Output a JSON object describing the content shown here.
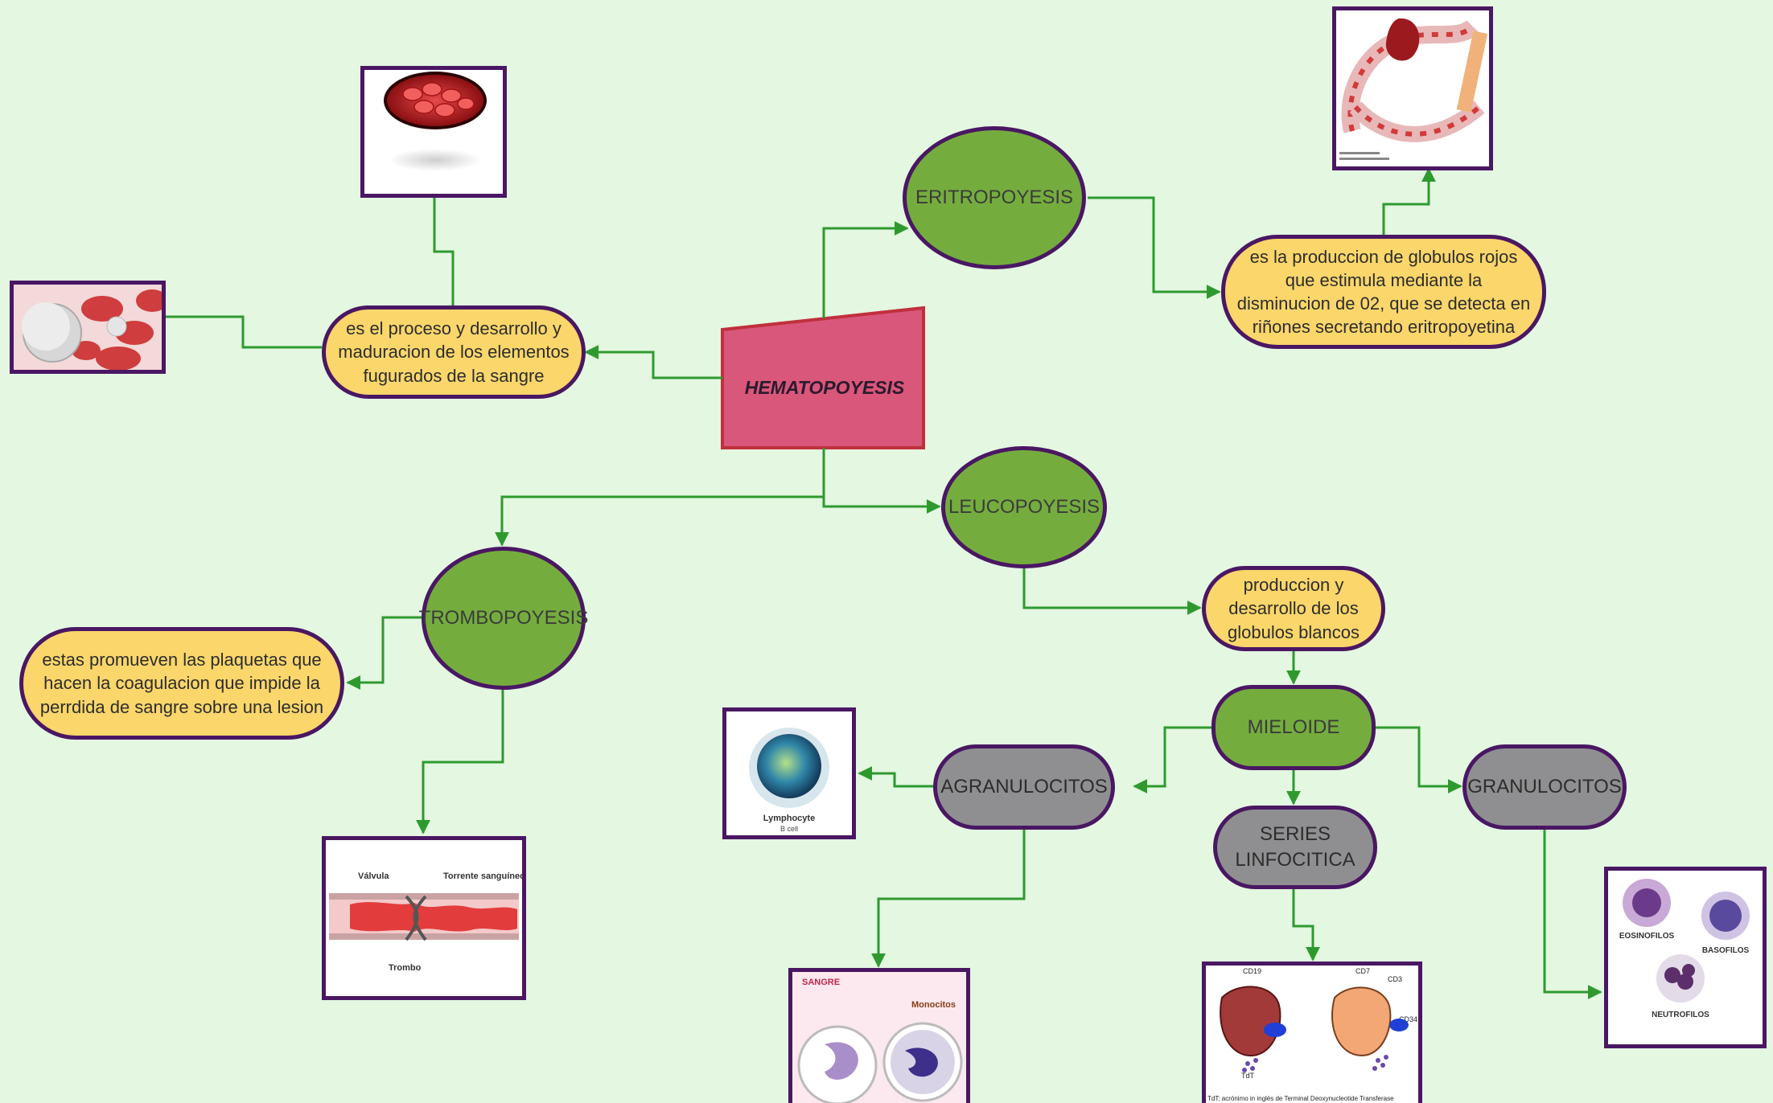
{
  "central": "HEMATOPOYESIS",
  "nodes": {
    "eritropoyesis": "ERITROPOYESIS",
    "leucopoyesis": "LEUCOPOYESIS",
    "trombopoyesis": "TROMBOPOYESIS",
    "mieloide": "MIELOIDE",
    "agranulocitos": "AGRANULOCITOS",
    "granulocitos": "GRANULOCITOS",
    "series_linfocitica": "SERIES LINFOCITICA"
  },
  "descriptions": {
    "hematopoyesis": "es el proceso y desarrollo y maduracion de los elementos fugurados de la sangre",
    "eritropoyesis": "es la produccion de globulos rojos que estimula mediante la disminucion de 02, que se detecta en riñones secretando eritropoyetina",
    "leucopoyesis": "produccion y desarrollo de los globulos blancos",
    "trombopoyesis": "estas promueven las plaquetas que hacen la coagulacion que impide la perrdida de sangre sobre una lesion"
  },
  "image_captions": {
    "lymphocyte": "Lymphocyte",
    "lymphocyte_sub": "B cell",
    "valvula": "Válvula",
    "torrente": "Torrente sanguíneo",
    "trombo": "Trombo",
    "sangre": "SANGRE",
    "monocitos": "Monocitos",
    "eosinofilos": "EOSINOFILOS",
    "basofilos": "BASOFILOS",
    "neutrofilos": "NEUTROFILOS",
    "cd19": "CD19",
    "cd7": "CD7",
    "cd3": "CD3",
    "cd34": "CD34",
    "tdt": "TdT",
    "tdt_footer": "TdT: acrónimo in inglés de Terminal Deoxynucleotide Transferase"
  },
  "colors": {
    "background": "#e3f7e1",
    "connector": "#2e9a2e",
    "border": "#4a1763",
    "process_node": "#74ad3e",
    "category_node": "#8f8f91",
    "description_node": "#fad66b",
    "central_node": "#d9577a"
  }
}
